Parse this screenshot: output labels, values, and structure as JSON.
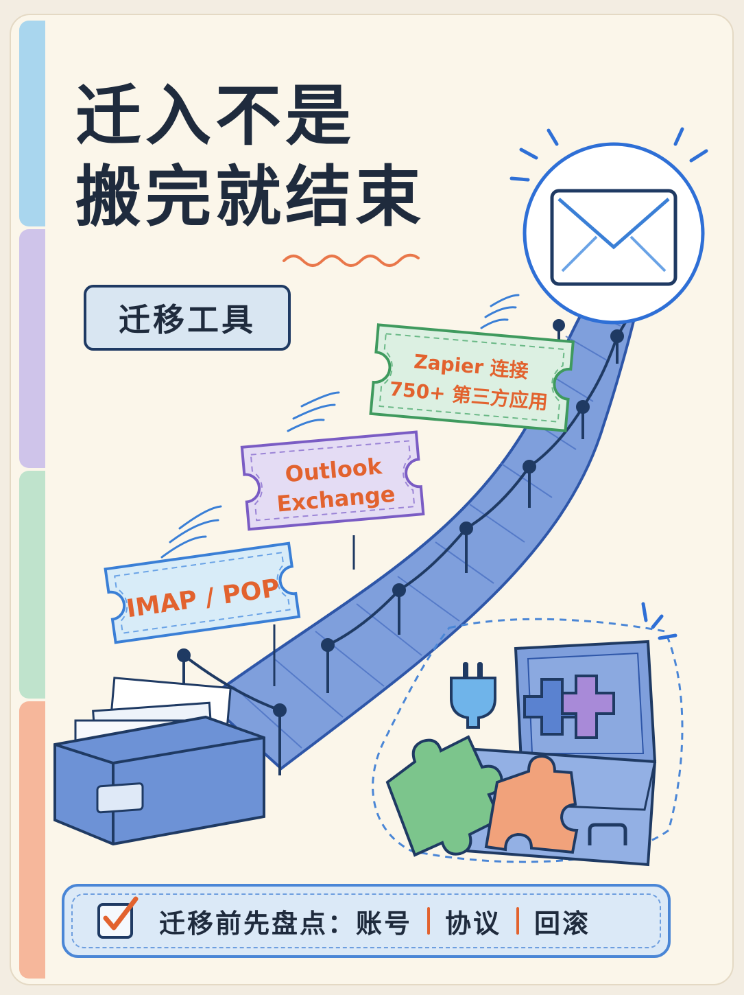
{
  "title": {
    "line1": "迁入不是",
    "line2": "搬完就结束"
  },
  "tools_label": "迁移工具",
  "tickets": {
    "imap": "IMAP / POP",
    "outlook_line1": "Outlook",
    "outlook_line2": "Exchange",
    "zapier_line1": "Zapier 连接",
    "zapier_line2": "750+ 第三方应用"
  },
  "footer": {
    "lead": "迁移前先盘点：账号",
    "item2": "协议",
    "item3": "回滚"
  },
  "icons": [
    "envelope-icon",
    "plug-icon",
    "checkbox-icon",
    "puzzle-icon",
    "file-box-icon",
    "toolbox-icon"
  ],
  "colors": {
    "tab_blue": "#a9d6ee",
    "tab_purple": "#cfc4ea",
    "tab_green": "#bfe3cc",
    "tab_orange": "#f6b79b",
    "accent_orange": "#e2622e",
    "navy": "#1f3a63",
    "bridge_blue": "#6d92d6"
  }
}
